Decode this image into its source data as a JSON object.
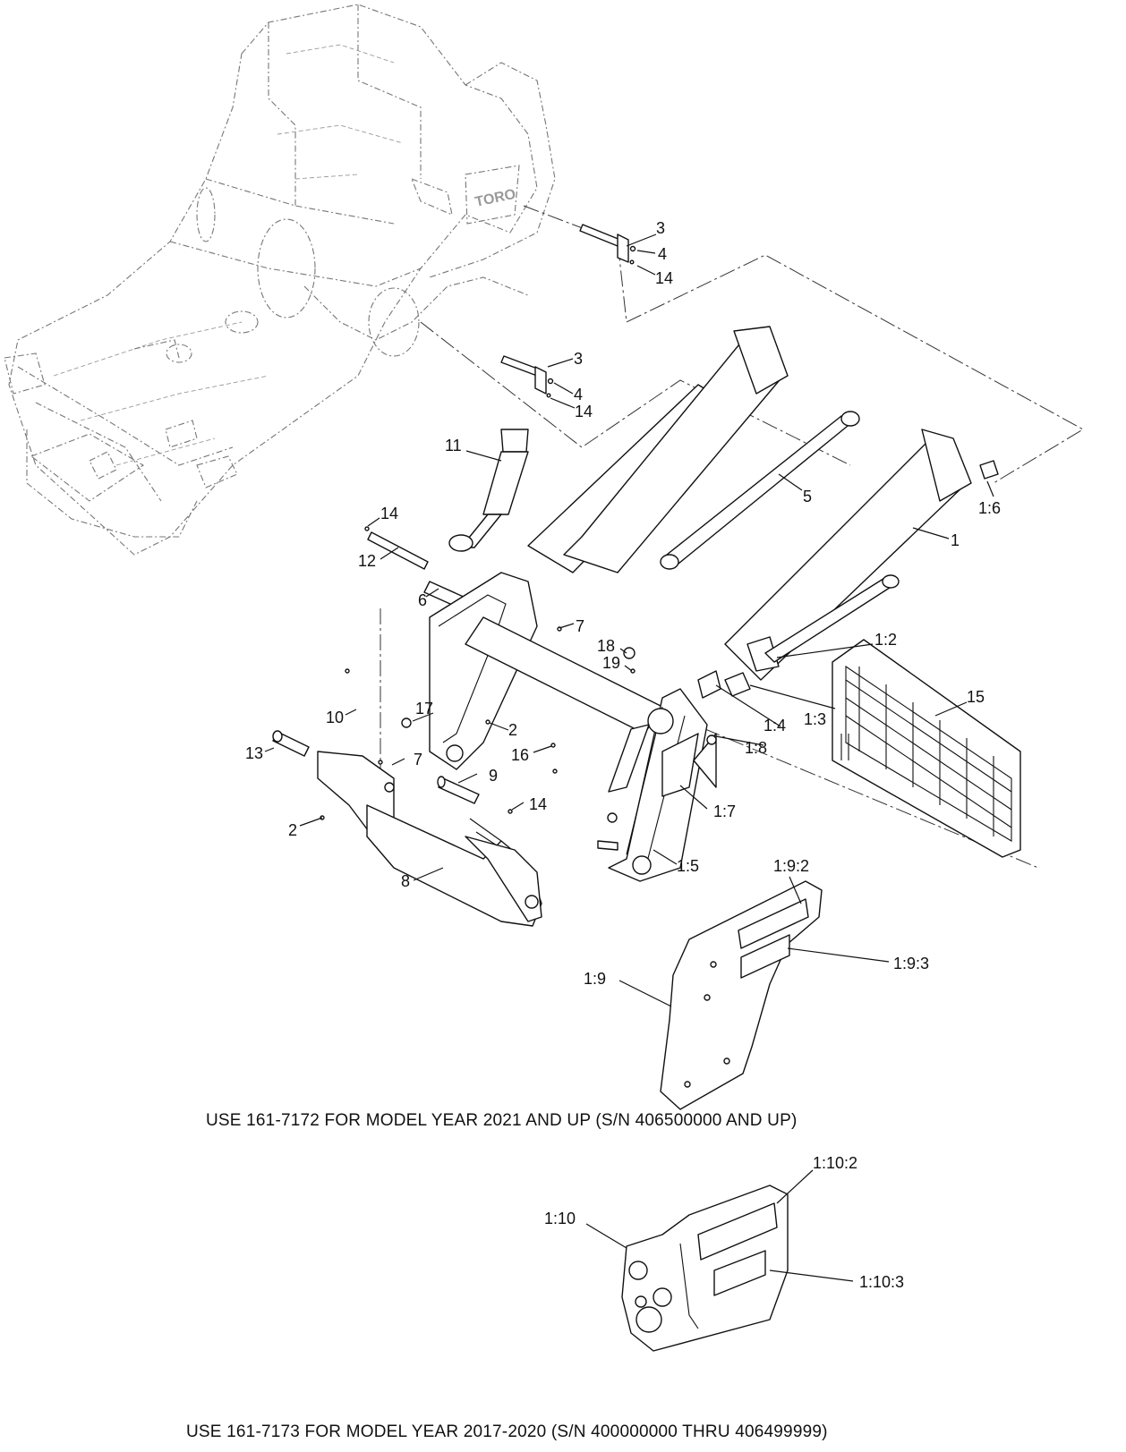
{
  "callouts": {
    "c1": "1",
    "c1_2": "1:2",
    "c1_3": "1:3",
    "c1_4": "1:4",
    "c1_5": "1:5",
    "c1_6": "1:6",
    "c1_7": "1:7",
    "c1_8": "1:8",
    "c1_9": "1:9",
    "c1_9_2": "1:9:2",
    "c1_9_3": "1:9:3",
    "c1_10": "1:10",
    "c1_10_2": "1:10:2",
    "c1_10_3": "1:10:3",
    "c2a": "2",
    "c2b": "2",
    "c3a": "3",
    "c3b": "3",
    "c4a": "4",
    "c4b": "4",
    "c5": "5",
    "c6": "6",
    "c7a": "7",
    "c7b": "7",
    "c8": "8",
    "c9": "9",
    "c10": "10",
    "c11": "11",
    "c12": "12",
    "c13": "13",
    "c14a": "14",
    "c14b": "14",
    "c14c": "14",
    "c14d": "14",
    "c15": "15",
    "c16": "16",
    "c17": "17",
    "c18": "18",
    "c19": "19"
  },
  "logo_text": "TORO",
  "notes": {
    "model_2021": "USE 161-7172 FOR MODEL YEAR 2021 AND UP (S/N 406500000 AND UP)",
    "model_2017": "USE 161-7173 FOR MODEL YEAR 2017-2020 (S/N 400000000 THRU 406499999)"
  },
  "colors": {
    "line": "#111111",
    "ghost": "#777777",
    "background": "#ffffff"
  }
}
